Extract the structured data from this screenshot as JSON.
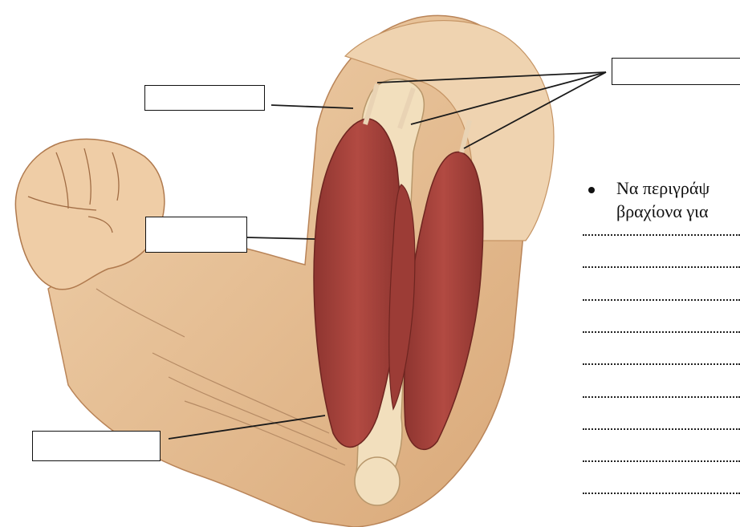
{
  "question": {
    "text": "Να περιγράψ βραχίονα για"
  },
  "question_lines": [
    "Να περιγράψ",
    "βραχίονα για"
  ],
  "label_boxes": [
    "",
    "",
    "",
    ""
  ],
  "answer_lines": 9,
  "colors": {
    "skin": "#e8c49a",
    "skin_shadow": "#c9956a",
    "muscle": "#a8433c",
    "muscle_dark": "#7c2a24",
    "bone": "#f1ddb8",
    "lines": "#1a1a1a"
  }
}
